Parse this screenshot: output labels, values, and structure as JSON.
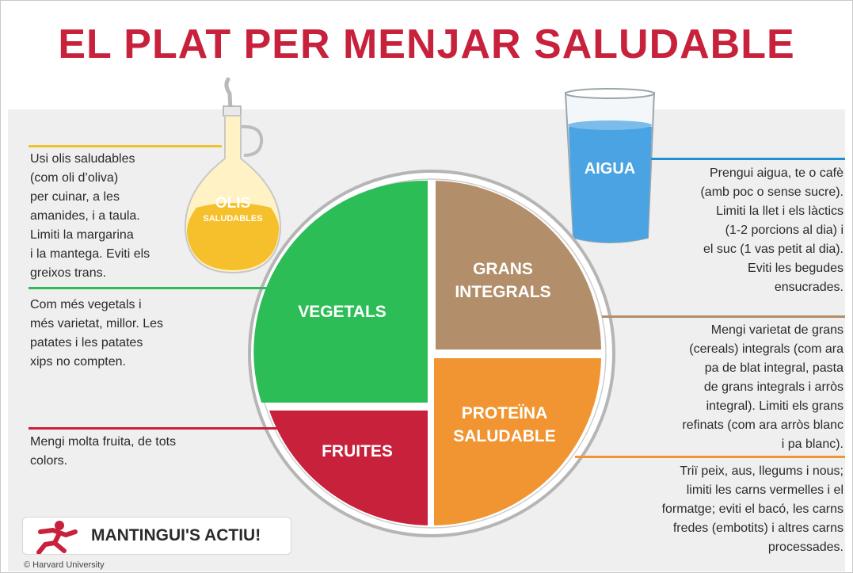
{
  "title": "EL PLAT PER MENJAR SALUDABLE",
  "oils": {
    "label_line1": "OLIS",
    "label_line2": "SALUDABLES",
    "text": [
      "Usi olis saludables",
      "(com oli d’oliva)",
      "per cuinar, a les",
      "amanides, i a taula.",
      "Limiti la margarina",
      "i la mantega. Eviti els",
      "greixos trans."
    ],
    "color": "#f2c12e"
  },
  "water": {
    "label": "AIGUA",
    "text": [
      "Prengui aigua, te o cafè",
      "(amb poc o sense sucre).",
      "Limiti la llet i els làctics",
      "(1-2 porcions al dia) i",
      "el suc (1 vas petit al dia).",
      "Eviti les begudes",
      "ensucrades."
    ],
    "color": "#1f8fd6"
  },
  "vegetables": {
    "label": "VEGETALS",
    "text": [
      "Com més vegetals i",
      "més varietat, millor. Les",
      "patates i les patates",
      "xips no compten."
    ],
    "color": "#2dbd57"
  },
  "fruits": {
    "label": "FRUITES",
    "text": [
      "Mengi molta fruita, de tots",
      "colors."
    ],
    "color": "#c8213c"
  },
  "grains": {
    "label_line1": "GRANS",
    "label_line2": "INTEGRALS",
    "text": [
      "Mengi varietat de grans",
      "(cereals) integrals (com ara",
      "pa de blat integral, pasta",
      "de grans integrals i arròs",
      "integral). Limiti els grans",
      "refinats (com ara arròs blanc",
      "i pa blanc)."
    ],
    "color": "#b38e6a"
  },
  "protein": {
    "label_line1": "PROTEÏNA",
    "label_line2": "SALUDABLE",
    "text": [
      "Triï peix, aus, llegums i nous;",
      "limiti les carns vermelles i el",
      "formatge; eviti el bacó, les carns",
      "fredes (embotits) i altres carns",
      "processades."
    ],
    "color": "#f09532"
  },
  "active": {
    "label": "MANTINGUI'S ACTIU!",
    "icon": "running-person-icon",
    "color": "#c8213c"
  },
  "copyright": "© Harvard University"
}
